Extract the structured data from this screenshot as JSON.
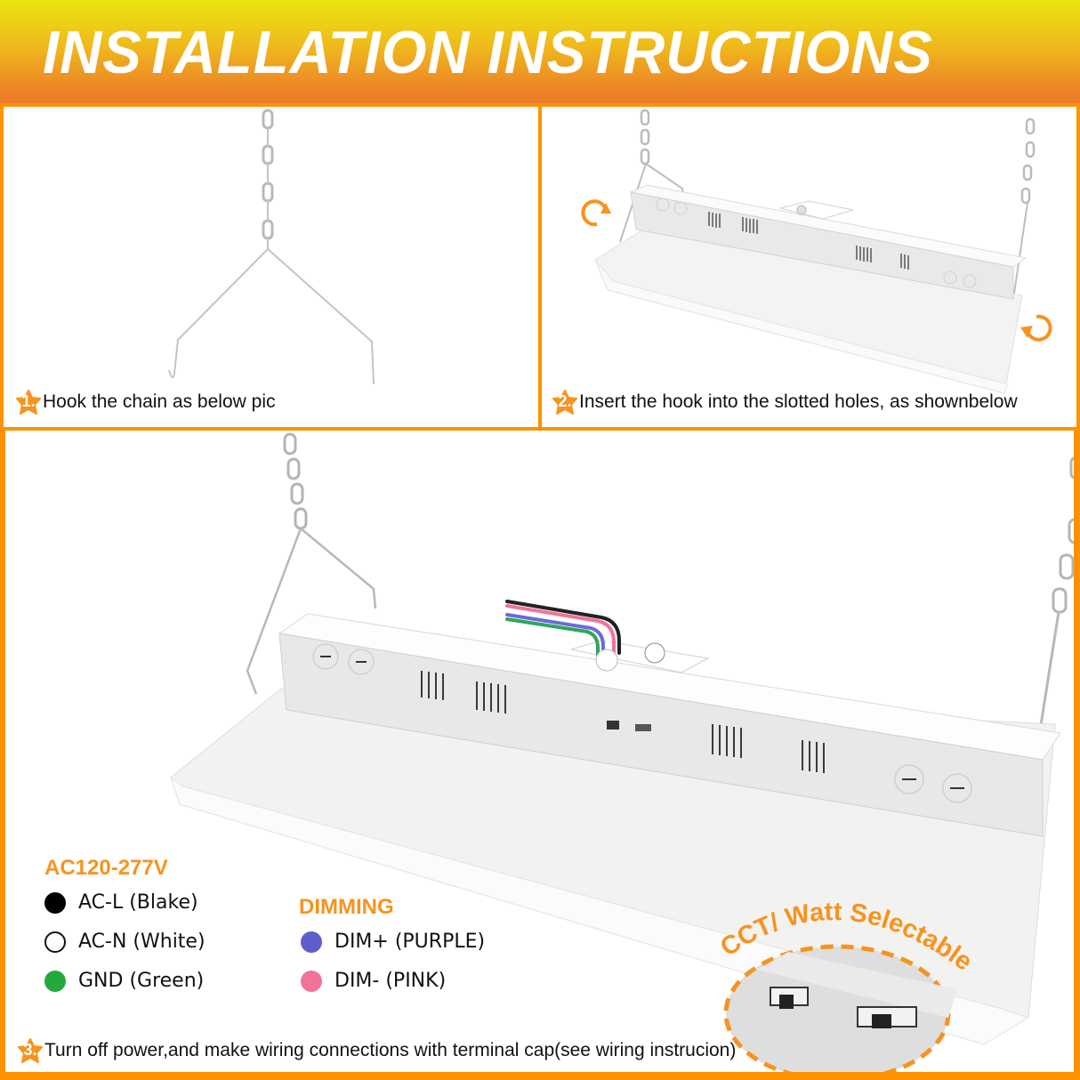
{
  "header": {
    "title": "INSTALLATION INSTRUCTIONS",
    "gradient_colors": [
      "#ece512",
      "#efb81c",
      "#ed8a26",
      "#ec7a2a"
    ]
  },
  "accent_color": "#ff9200",
  "steps": [
    {
      "number": "1.",
      "caption": "Hook the chain as below pic",
      "illustration": "chain-with-y-hook"
    },
    {
      "number": "2.",
      "caption": "Insert the hook into the slotted holes, as shownbelow",
      "illustration": "fixture-hanging-with-rotate-arrows"
    },
    {
      "number": "3.",
      "caption": "Turn off power,and make wiring connections with terminal cap(see wiring instrucion)",
      "illustration": "fixture-wiring-closeup"
    }
  ],
  "callout": {
    "label": "CCT/ Watt Selectable",
    "icon": "dip-switch-zoom"
  },
  "wiring": {
    "power": {
      "title": "AC120-277V",
      "items": [
        {
          "label": "AC-L  (Blake)",
          "color": "#000000",
          "style": "filled"
        },
        {
          "label": "AC-N  (White)",
          "color": "#ffffff",
          "style": "hollow"
        },
        {
          "label": "GND (Green)",
          "color": "#22aa3c",
          "style": "filled"
        }
      ]
    },
    "dimming": {
      "title": "DIMMING",
      "items": [
        {
          "label": "DIM+ (PURPLE)",
          "color": "#5f5fcc",
          "style": "filled"
        },
        {
          "label": "DIM- (PINK)",
          "color": "#f27398",
          "style": "filled"
        }
      ]
    }
  },
  "wire_colors": [
    "#222222",
    "#f27398",
    "#ffffff",
    "#6a6ad8",
    "#2ea65a"
  ]
}
